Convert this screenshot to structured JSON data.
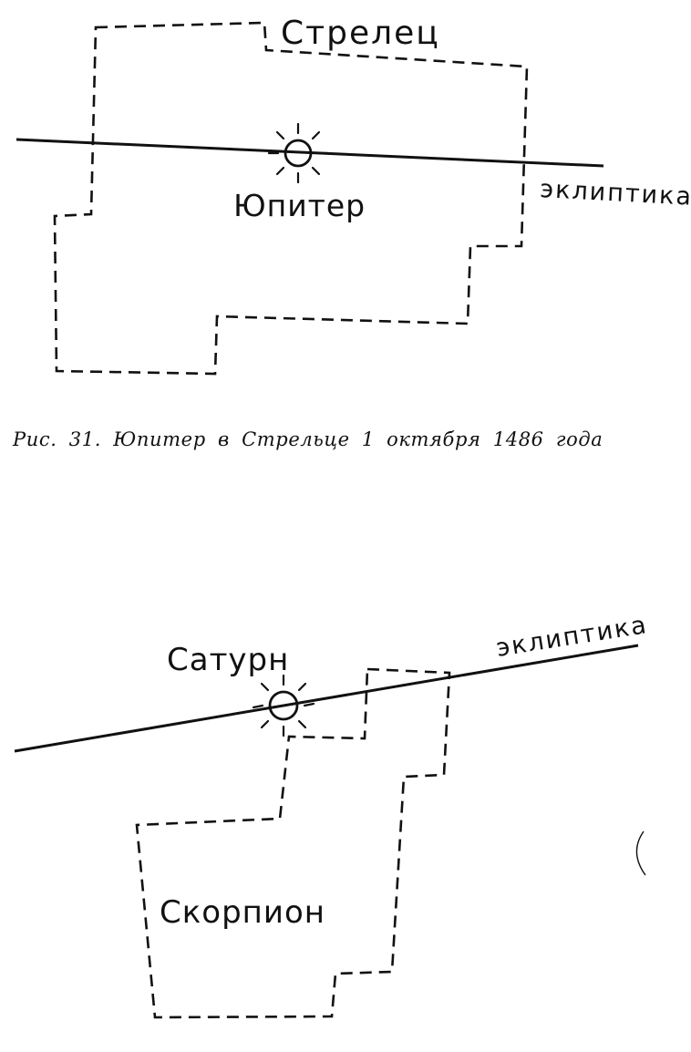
{
  "figure1": {
    "constellation_label": "Стрелец",
    "ecliptic_label": "эклиптика",
    "planet_label": "Юпитер",
    "planet_icon": "sun-symbol-icon"
  },
  "caption": "Рис. 31. Юпитер в Стрельце 1 октября 1486 года",
  "figure2": {
    "constellation_label": "Скорпион",
    "ecliptic_label": "эклиптика",
    "planet_label": "Сатурн",
    "planet_icon": "sun-symbol-icon"
  }
}
